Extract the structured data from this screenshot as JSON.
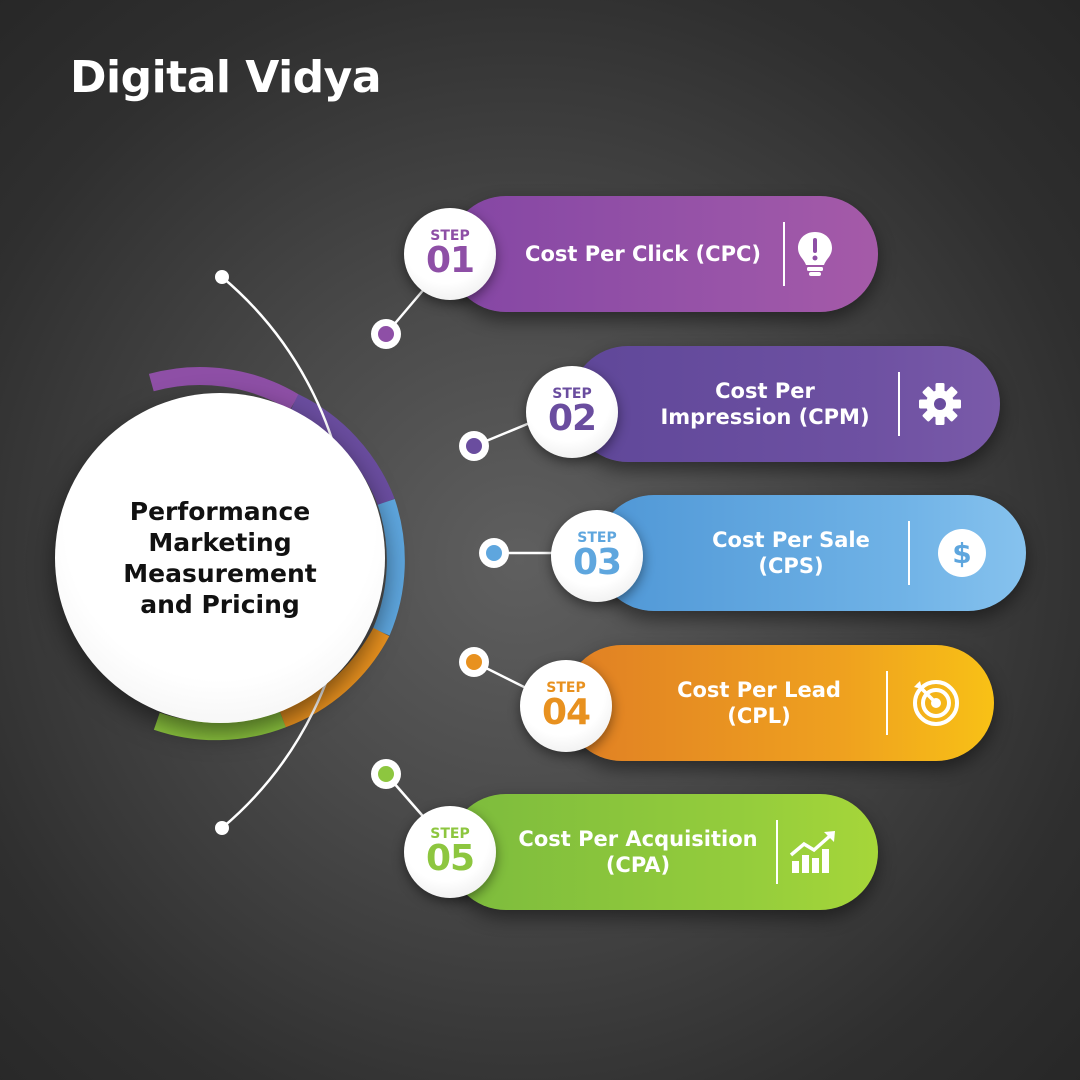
{
  "brand": {
    "name": "Digital Vidya"
  },
  "hub": {
    "title": "Performance\nMarketing\nMeasurement\nand Pricing"
  },
  "steps": [
    {
      "step_word": "STEP",
      "number": "01",
      "label": "Cost Per Click (CPC)",
      "icon": "lightbulb-icon",
      "color": "#8e4fa6"
    },
    {
      "step_word": "STEP",
      "number": "02",
      "label": "Cost Per\nImpression (CPM)",
      "icon": "gear-icon",
      "color": "#6a4d9f"
    },
    {
      "step_word": "STEP",
      "number": "03",
      "label": "Cost Per Sale\n(CPS)",
      "icon": "dollar-icon",
      "color": "#5ea6de"
    },
    {
      "step_word": "STEP",
      "number": "04",
      "label": "Cost Per Lead\n(CPL)",
      "icon": "target-icon",
      "color": "#e8911f"
    },
    {
      "step_word": "STEP",
      "number": "05",
      "label": "Cost Per Acquisition\n(CPA)",
      "icon": "growth-chart-icon",
      "color": "#8dc63f"
    }
  ],
  "colors": {
    "step1": "#8e4fa6",
    "step2": "#6a4d9f",
    "step3": "#5ea6de",
    "step4": "#e8911f",
    "step5": "#8dc63f",
    "background": "#3a3a3a"
  }
}
